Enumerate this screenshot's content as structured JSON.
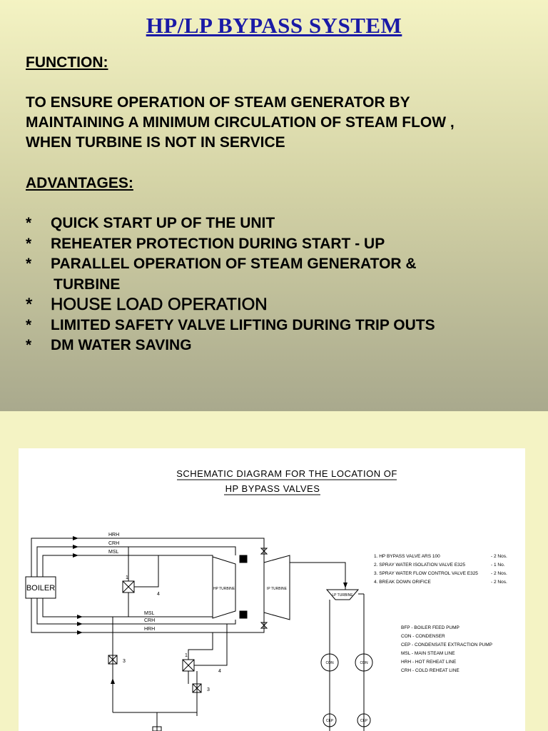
{
  "slide": {
    "title": "HP/LP  BYPASS  SYSTEM",
    "function_heading": "FUNCTION:",
    "function_text_lines": [
      "TO ENSURE  OPERATION  OF  STEAM  GENERATOR  BY",
      "MAINTAINING  A MINIMUM  CIRCULATION  OF  STEAM  FLOW ,",
      "WHEN  TURBINE IS NOT  IN  SERVICE"
    ],
    "advantages_heading": "ADVANTAGES:",
    "bullet_marker": "*",
    "advantages": [
      "QUICK  START  UP  OF  THE  UNIT",
      "REHEATER  PROTECTION  DURING  START - UP",
      "PARALLEL  OPERATION  OF  STEAM  GENERATOR  &",
      "HOUSE LOAD OPERATION",
      "LIMITED  SAFETY  VALVE  LIFTING  DURING  TRIP  OUTS",
      "DM  WATER  SAVING"
    ],
    "advantage_continuation": "TURBINE"
  },
  "diagram": {
    "title_line1": "SCHEMATIC  DIAGRAM  FOR  THE  LOCATION  OF",
    "title_line2": "HP  BYPASS  VALVES",
    "boiler": "BOILER",
    "hp_turbine": "HP TURBINE",
    "ip_turbine": "IP TURBINE",
    "lp_turbine": "LP TURBINE",
    "con": "CON",
    "cep": "CEP",
    "lines": {
      "hrh": "HRH",
      "crh": "CRH",
      "msl": "MSL"
    },
    "valve_numbers": {
      "one": "1",
      "three": "3",
      "four": "4"
    },
    "parts": [
      {
        "item": "1.  HP  BYPASS  VALVE  ARS  100",
        "qty": "- 2 Nos."
      },
      {
        "item": "2.  SPRAY  WATER  ISOLATION  VALVE  E325",
        "qty": "- 1 No."
      },
      {
        "item": "3.  SPRAY  WATER  FLOW  CONTROL  VALVE  E325",
        "qty": "- 2 Nos."
      },
      {
        "item": "4.  BREAK  DOWN  ORIFICE",
        "qty": "- 2 Nos."
      }
    ],
    "abbreviations": [
      "BFP  -  BOILER  FEED  PUMP",
      "CON  -  CONDENSER",
      "CEP  -  CONDENSATE  EXTRACTION  PUMP",
      "MSL  -  MAIN  STEAM  LINE",
      "HRH  -  HOT  REHEAT  LINE",
      "CRH  -  COLD  REHEAT  LINE"
    ]
  }
}
